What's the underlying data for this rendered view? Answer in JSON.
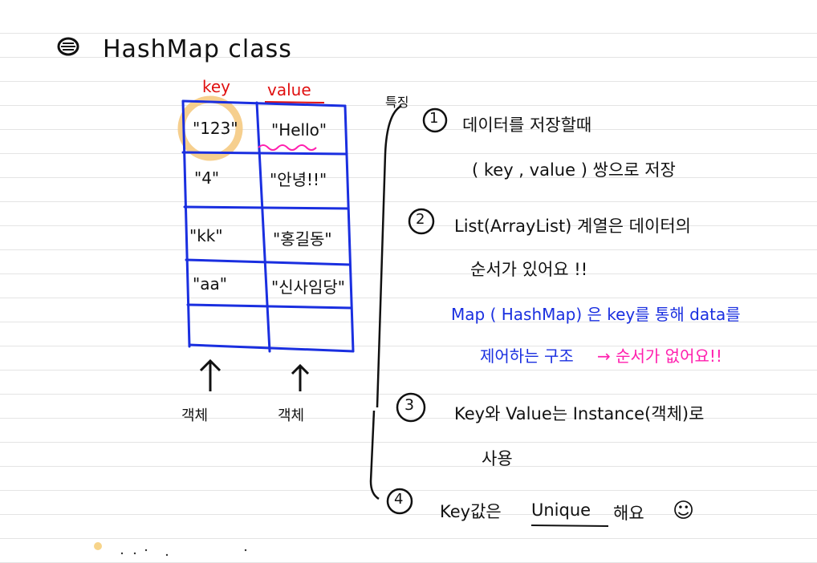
{
  "title": "HashMap class",
  "table": {
    "headers": {
      "key": "key",
      "value": "value"
    },
    "rows": [
      {
        "key": "\"123\"",
        "value": "\"Hello\""
      },
      {
        "key": "\"4\"",
        "value": "\"안녕!!\""
      },
      {
        "key": "\"kk\"",
        "value": "\"홍길동\""
      },
      {
        "key": "\"aa\"",
        "value": "\"신사임당\""
      }
    ],
    "key_caption": "객체",
    "value_caption": "객체"
  },
  "notes": {
    "mark": "특징",
    "n1_num": "1",
    "n1_line1": "데이터를 저장할때",
    "n1_line2": "( key , value ) 쌍으로 저장",
    "n2_num": "2",
    "n2_line1": "List(ArrayList) 계열은 데이터의",
    "n2_line2": "순서가 있어요 !!",
    "n2_blue": "Map ( HashMap) 은 key를 통해 data를",
    "n2_blue2": "제어하는 구조",
    "n2_pink": "→ 순서가 없어요!!",
    "n3_num": "3",
    "n3_line1": "Key와 Value는 Instance(객체)로",
    "n3_line2": "사용",
    "n4_num": "4",
    "n4_pre": "Key값은",
    "n4_under": "Unique",
    "n4_post": "해요",
    "n4_emoji": "☺"
  },
  "colors": {
    "table_lines": "#1a2fe0",
    "header_text": "#e01010",
    "highlight_circle": "#f5c77a",
    "squiggle": "#ff1fae"
  }
}
